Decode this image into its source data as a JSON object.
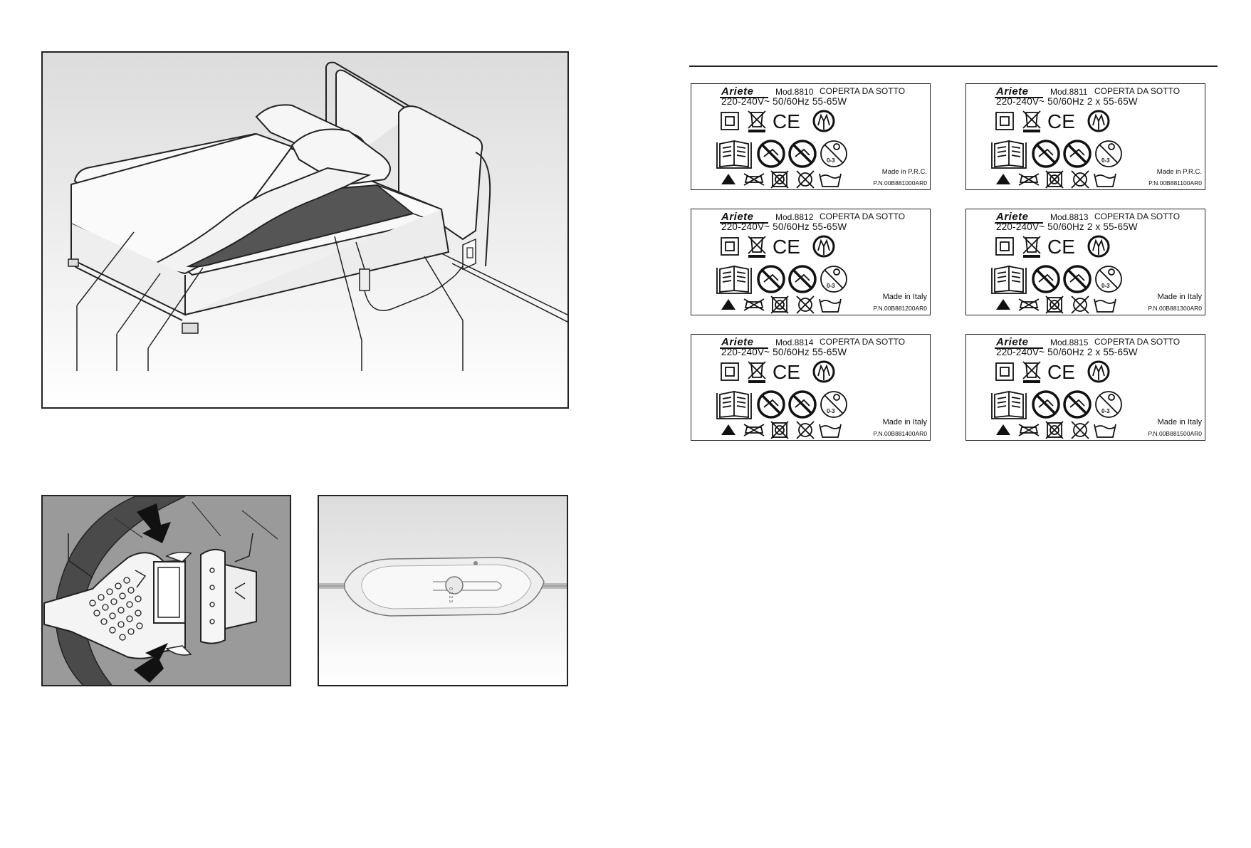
{
  "labels": [
    {
      "brand": "Ariete",
      "model": "Mod.8810",
      "product": "COPERTA DA SOTTO",
      "specs": "220-240V~  50/60Hz  55-65W",
      "made_in": "Made in P.R.C.",
      "pn": "P.N.00B881000AR0"
    },
    {
      "brand": "Ariete",
      "model": "Mod.8811",
      "product": "COPERTA DA SOTTO",
      "specs": "220-240V~  50/60Hz  2 x 55-65W",
      "made_in": "Made in P.R.C.",
      "pn": "P.N.00B881100AR0"
    },
    {
      "brand": "Ariete",
      "model": "Mod.8812",
      "product": "COPERTA DA SOTTO",
      "specs": "220-240V~  50/60Hz  55-65W",
      "made_in": "Made in Italy",
      "pn": "P.N.00B881200AR0"
    },
    {
      "brand": "Ariete",
      "model": "Mod.8813",
      "product": "COPERTA DA SOTTO",
      "specs": "220-240V~  50/60Hz  2 x 55-65W",
      "made_in": "Made in Italy",
      "pn": "P.N.00B881300AR0"
    },
    {
      "brand": "Ariete",
      "model": "Mod.8814",
      "product": "COPERTA DA SOTTO",
      "specs": "220-240V~  50/60Hz  55-65W",
      "made_in": "Made in Italy",
      "pn": "P.N.00B881400AR0"
    },
    {
      "brand": "Ariete",
      "model": "Mod.8815",
      "product": "COPERTA DA SOTTO",
      "specs": "220-240V~  50/60Hz  2 x 55-65W",
      "made_in": "Made in Italy",
      "pn": "P.N.00B881500AR0"
    }
  ],
  "icon_text": {
    "age_range": "0-3",
    "ce_mark": "CE"
  },
  "controller": {
    "dial_marks": "0 1 2 3"
  },
  "colors": {
    "line": "#222222",
    "panel_gray": "#9a9a9a",
    "pad_dark": "#555555"
  }
}
